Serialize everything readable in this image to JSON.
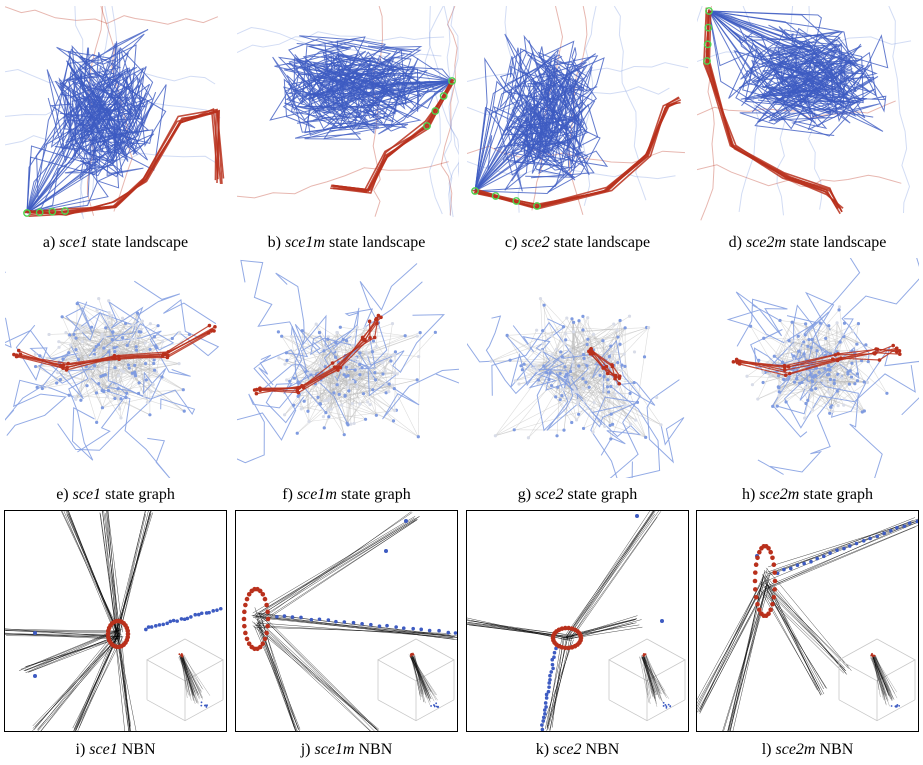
{
  "colors": {
    "blue": "#3d5bc2",
    "light_blue": "#7f9be0",
    "red": "#b9301c",
    "gray": "#b8b8b8",
    "green": "#4ed34e",
    "black": "#000000"
  },
  "rows": [
    {
      "kind": "landscape",
      "panels": [
        {
          "letter": "a)",
          "name": "sce1",
          "suffix": "state landscape"
        },
        {
          "letter": "b)",
          "name": "sce1m",
          "suffix": "state landscape"
        },
        {
          "letter": "c)",
          "name": "sce2",
          "suffix": "state landscape"
        },
        {
          "letter": "d)",
          "name": "sce2m",
          "suffix": "state landscape"
        }
      ]
    },
    {
      "kind": "graph",
      "panels": [
        {
          "letter": "e)",
          "name": "sce1",
          "suffix": "state graph"
        },
        {
          "letter": "f)",
          "name": "sce1m",
          "suffix": "state graph"
        },
        {
          "letter": "g)",
          "name": "sce2",
          "suffix": "state graph"
        },
        {
          "letter": "h)",
          "name": "sce2m",
          "suffix": "state graph"
        }
      ]
    },
    {
      "kind": "nbn",
      "panels": [
        {
          "letter": "i)",
          "name": "sce1",
          "suffix": "NBN"
        },
        {
          "letter": "j)",
          "name": "sce1m",
          "suffix": "NBN"
        },
        {
          "letter": "k)",
          "name": "sce2",
          "suffix": "NBN"
        },
        {
          "letter": "l)",
          "name": "sce2m",
          "suffix": "NBN"
        }
      ]
    }
  ]
}
